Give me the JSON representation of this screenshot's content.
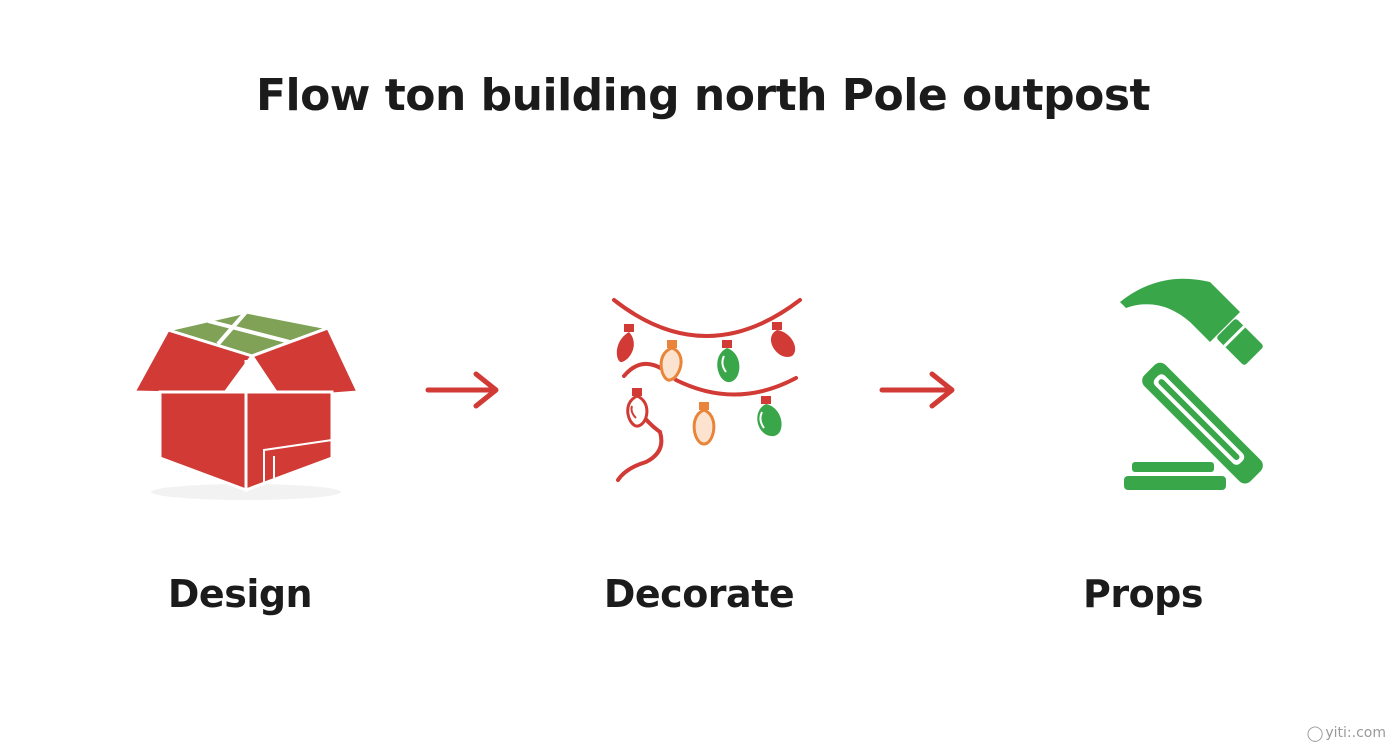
{
  "title": "Flow ton building north Pole outpost",
  "steps": [
    {
      "label": "Design",
      "icon": "box-icon"
    },
    {
      "label": "Decorate",
      "icon": "string-lights-icon"
    },
    {
      "label": "Props",
      "icon": "hammer-icon"
    }
  ],
  "connectors": [
    {
      "from": "Design",
      "to": "Decorate"
    },
    {
      "from": "Decorate",
      "to": "Props"
    }
  ],
  "colors": {
    "red": "#d13a35",
    "green": "#3aa64a",
    "olive": "#7fa257",
    "orange": "#e8853a",
    "arrow": "#d13a35",
    "text": "#1b1b1b"
  },
  "watermark": {
    "text": "yiti​:.com",
    "icon": "lock-icon"
  }
}
